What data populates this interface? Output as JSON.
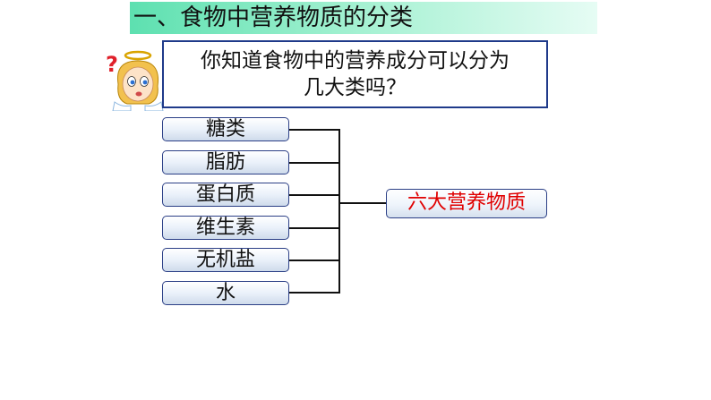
{
  "title": "一、食物中营养物质的分类",
  "question": {
    "line1": "你知道食物中的营养成分可以分为",
    "line2": "几大类吗？"
  },
  "mascot": {
    "icon": "angel-thinking-icon",
    "mark": "?"
  },
  "items": [
    {
      "label": "糖类"
    },
    {
      "label": "脂肪"
    },
    {
      "label": "蛋白质"
    },
    {
      "label": "维生素"
    },
    {
      "label": "无机盐"
    },
    {
      "label": "水"
    }
  ],
  "result": {
    "label": "六大营养物质",
    "color": "#e00000"
  },
  "colors": {
    "title_gradient_start": "#5de0b0",
    "border": "#2b3f86"
  }
}
